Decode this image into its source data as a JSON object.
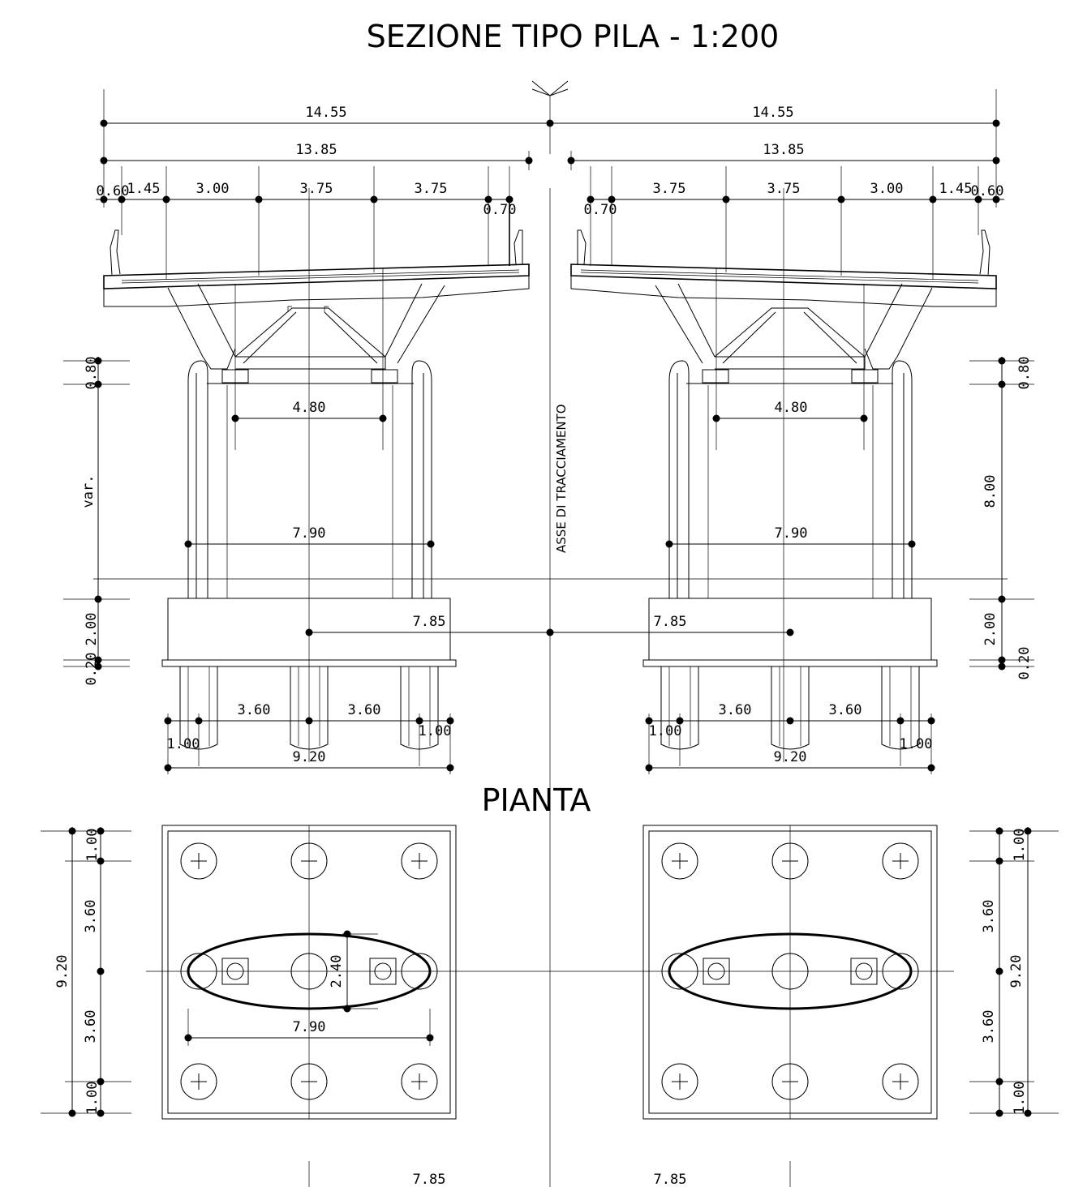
{
  "title": "SEZIONE TIPO PILA - 1:200",
  "plan_title": "PIANTA",
  "axis_label": "ASSE DI TRACCIAMENTO",
  "dims": {
    "deck_total": "14.55",
    "deck_width": "13.85",
    "kerb": "0.60",
    "shoulder": "1.45",
    "lane_outer": "3.00",
    "lane": "3.75",
    "barrier": "0.70",
    "bearings": "4.80",
    "pier_width": "7.90",
    "cap_height": "0.80",
    "pier_height_left": "var.",
    "pier_height_right": "8.00",
    "footing_height": "2.00",
    "blinding": "0.20",
    "axis_offset": "7.85",
    "pile_spacing": "3.60",
    "pile_edge": "1.00",
    "footing_width": "9.20",
    "pier_thickness": "2.40"
  }
}
